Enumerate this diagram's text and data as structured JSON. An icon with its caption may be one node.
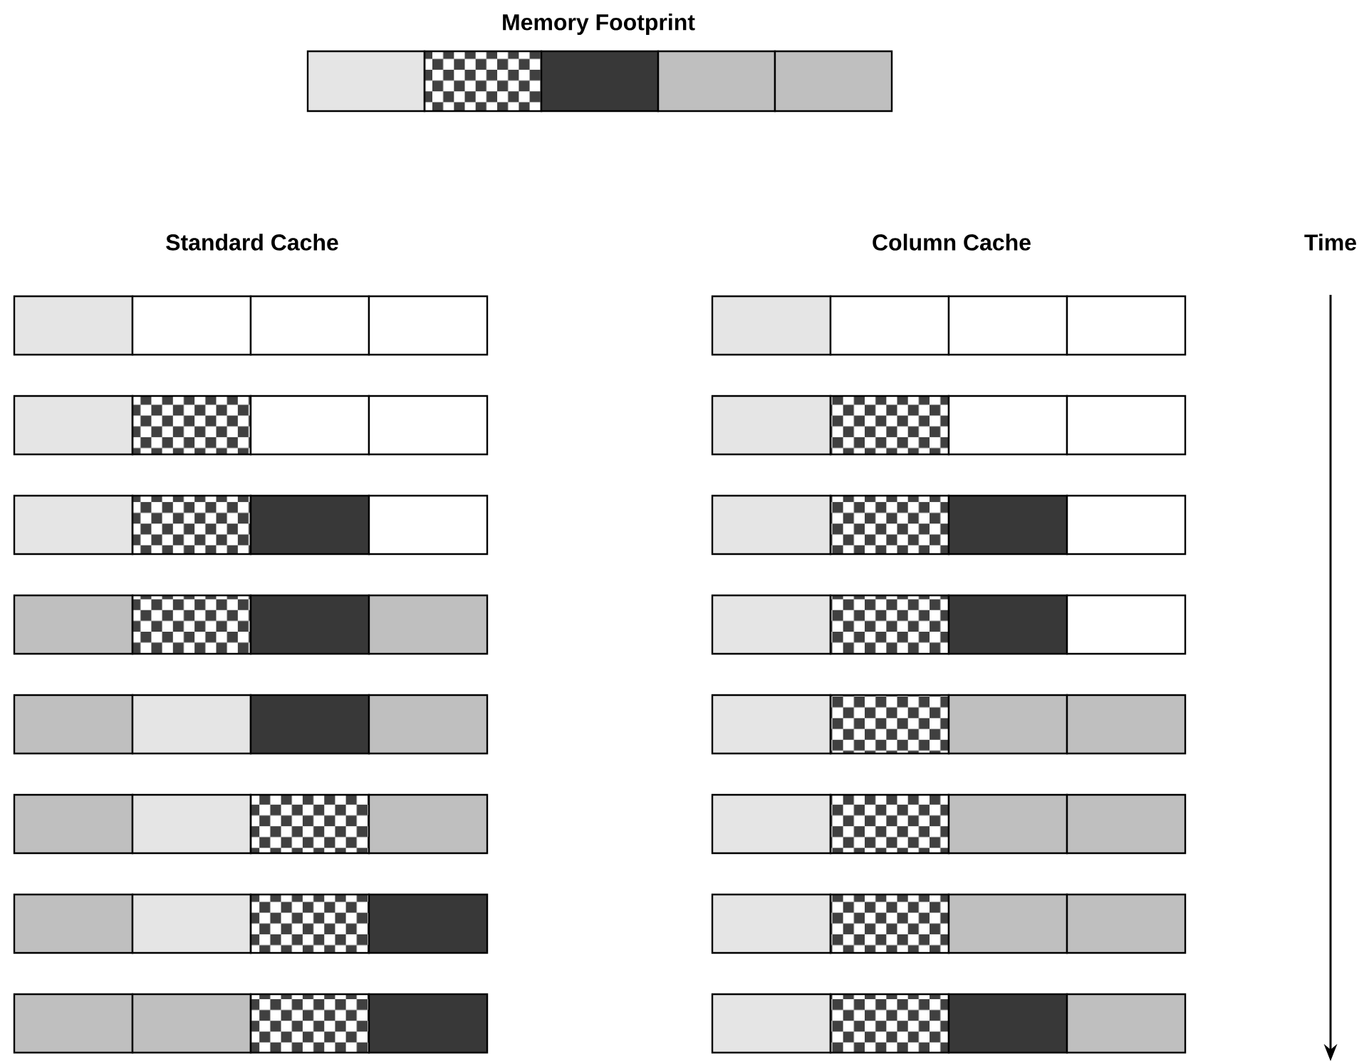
{
  "diagram": {
    "labels": [
      "Memory Footprint",
      "Standard Cache",
      "Column Cache",
      "Time"
    ]
  }
}
